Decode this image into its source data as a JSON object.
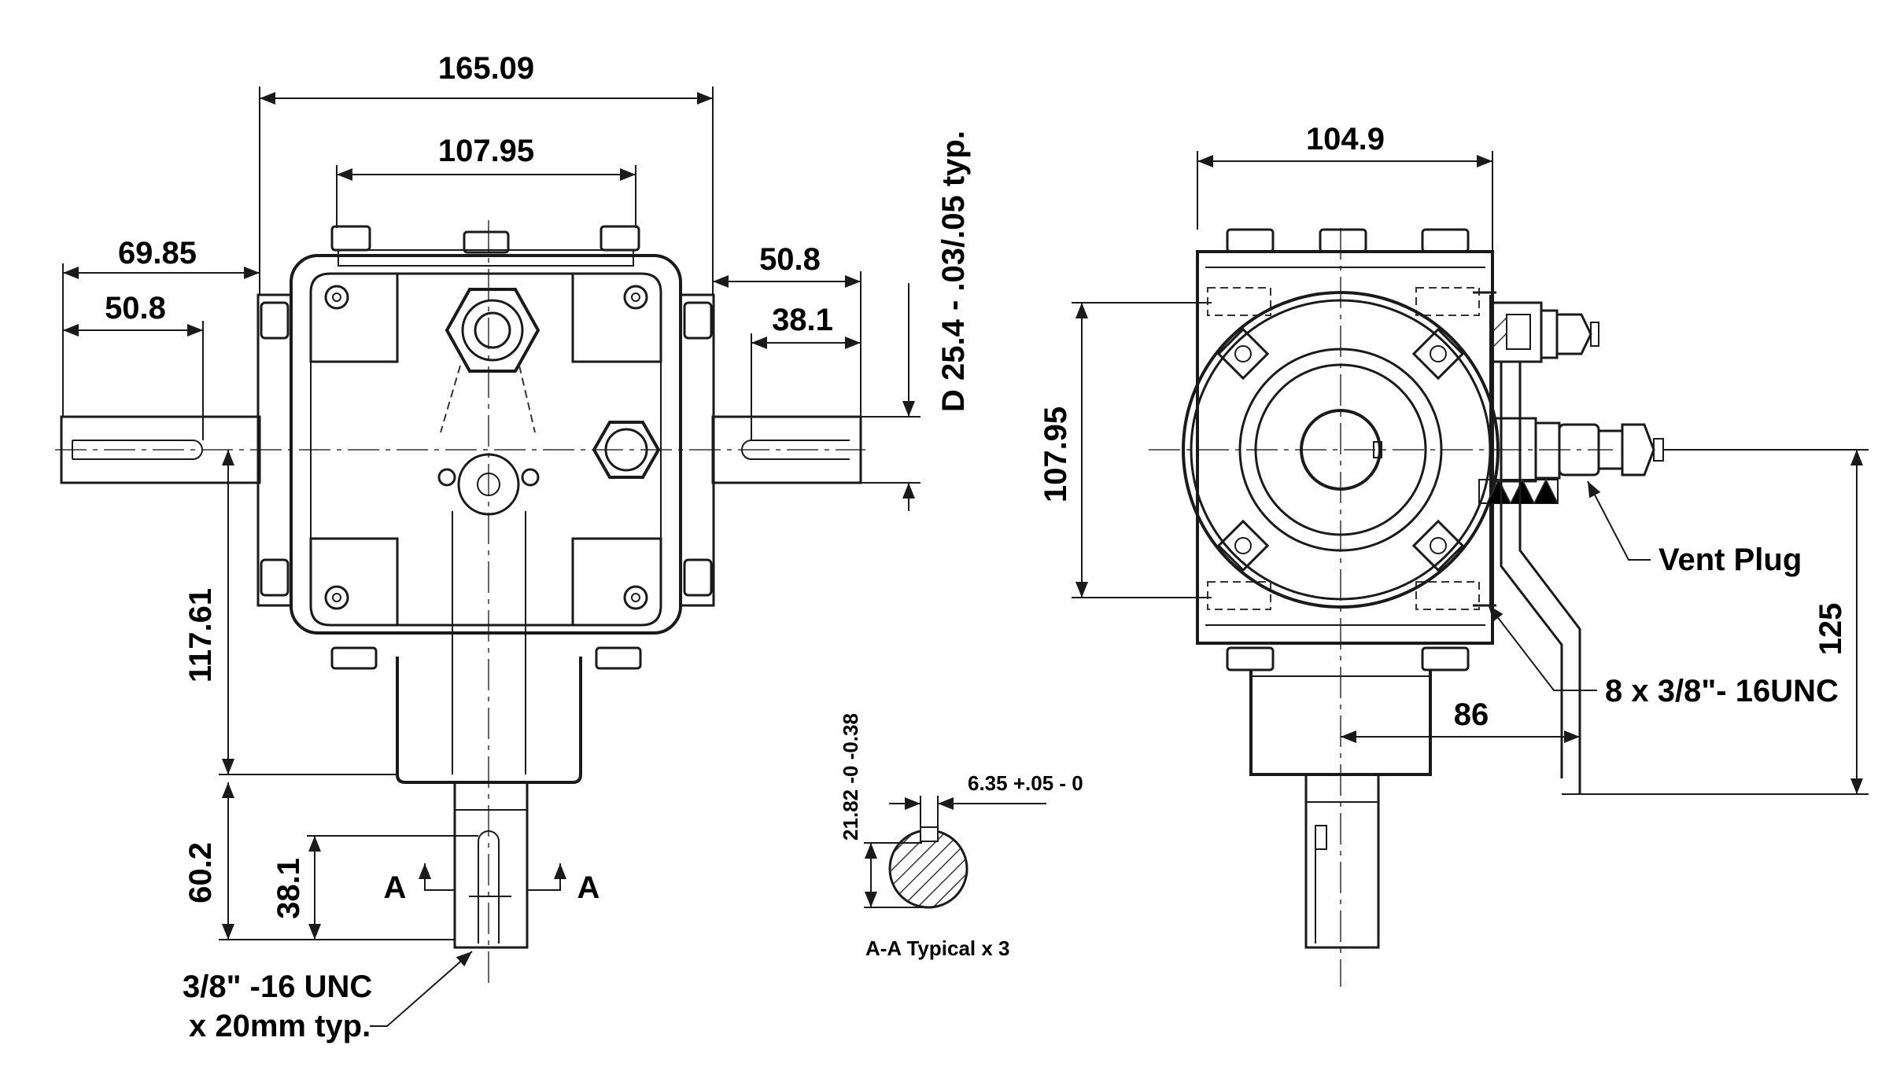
{
  "drawing": {
    "front_view": {
      "overall_width": "165.09",
      "bolt_spacing": "107.95",
      "left_shaft_length": "69.85",
      "left_keyway_length": "50.8",
      "right_shaft_length": "50.8",
      "right_keyway_length": "38.1",
      "shaft_diameter": "D 25.4 - .03/.05 typ.",
      "center_height": "117.61",
      "bottom_shaft_length": "60.2",
      "bottom_keyway_length": "38.1",
      "section_mark_left": "A",
      "section_mark_right": "A",
      "thread_note_line1": "3/8\" -16 UNC",
      "thread_note_line2": "x 20mm typ."
    },
    "section_view": {
      "key_depth": "21.82 -0 -0.38",
      "key_width": "6.35 +.05 - 0",
      "caption": "A-A Typical x 3"
    },
    "side_view": {
      "overall_width": "104.9",
      "bolt_spacing": "107.95",
      "vent_label": "Vent Plug",
      "overall_height": "125",
      "mounting_note": "8 x 3/8\"- 16UNC",
      "offset": "86"
    }
  }
}
